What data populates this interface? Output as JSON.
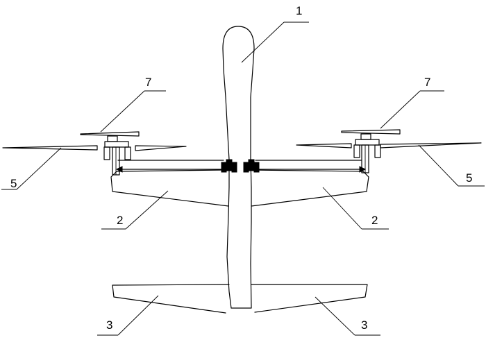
{
  "labels": {
    "fuselage": "1",
    "wing_left": "2",
    "wing_right": "2",
    "tail_left": "3",
    "tail_right": "3",
    "blade_left": "5",
    "blade_right": "5",
    "rotor_left": "7",
    "rotor_right": "7"
  },
  "colors": {
    "line": "#000000",
    "background": "#ffffff"
  }
}
